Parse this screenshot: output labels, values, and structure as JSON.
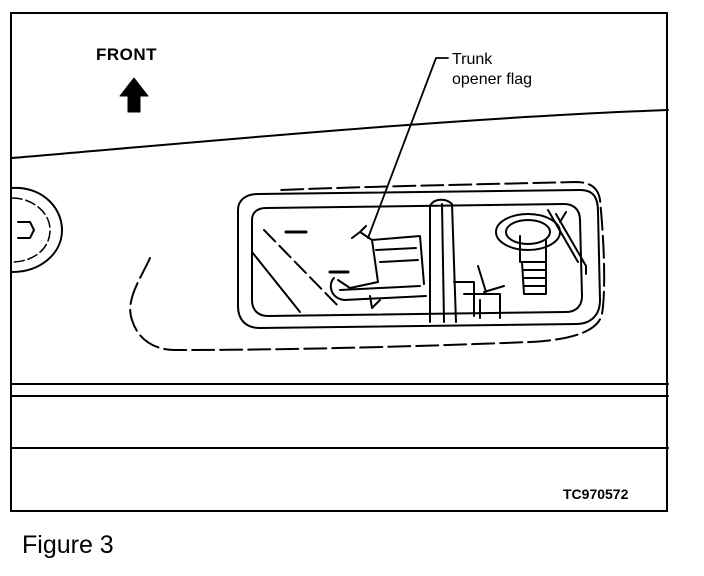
{
  "diagram": {
    "direction_label": "FRONT",
    "direction_icon": "arrow-up-icon",
    "callout": {
      "line1": "Trunk",
      "line2": "opener flag"
    },
    "figure_code": "TC970572"
  },
  "caption": "Figure 3",
  "colors": {
    "ink": "#000000",
    "paper": "#ffffff"
  }
}
